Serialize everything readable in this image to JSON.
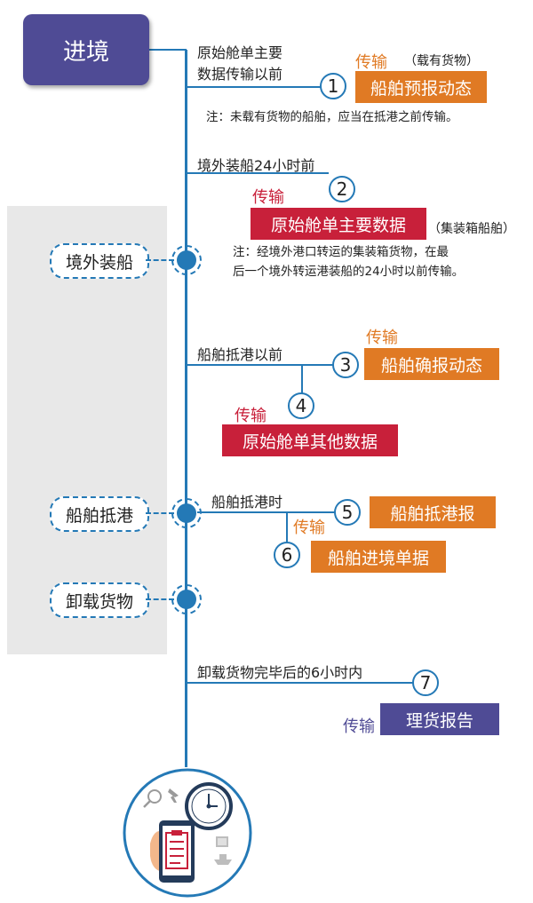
{
  "start": {
    "label": "进境"
  },
  "stages": {
    "loading": "境外装船",
    "arrival": "船舶抵港",
    "unloading": "卸载货物"
  },
  "steps": [
    {
      "num": "1",
      "timing_line1": "原始舱单主要",
      "timing_line2": "数据传输以前",
      "tag": "传输",
      "condition": "（载有货物）",
      "doc": "船舶预报动态",
      "note": "注：未载有货物的船舶，应当在抵港之前传输。"
    },
    {
      "num": "2",
      "timing": "境外装船24小时前",
      "tag": "传输",
      "doc": "原始舱单主要数据",
      "condition": "（集装箱船舶）",
      "note_line1": "注：经境外港口转运的集装箱货物，在最",
      "note_line2": "后一个境外转运港装船的24小时以前传输。"
    },
    {
      "num": "3",
      "timing": "船舶抵港以前",
      "tag": "传输",
      "doc": "船舶确报动态"
    },
    {
      "num": "4",
      "tag": "传输",
      "doc": "原始舱单其他数据"
    },
    {
      "num": "5",
      "timing": "船舶抵港时",
      "tag": "传输",
      "doc": "船舶抵港报"
    },
    {
      "num": "6",
      "doc": "船舶进境单据"
    },
    {
      "num": "7",
      "timing": "卸载货物完毕后的6小时内",
      "tag": "传输",
      "doc": "理货报告"
    }
  ],
  "colors": {
    "line": "#2479b6",
    "start": "#4f4b95",
    "orange": "#e07a24",
    "red": "#c8203a",
    "purple": "#4f4b95",
    "panel": "#e8e8e8"
  },
  "icons": [
    "magnifier-icon",
    "airplane-icon",
    "clock-icon",
    "phone-icon",
    "checklist-icon",
    "ship-icon"
  ]
}
